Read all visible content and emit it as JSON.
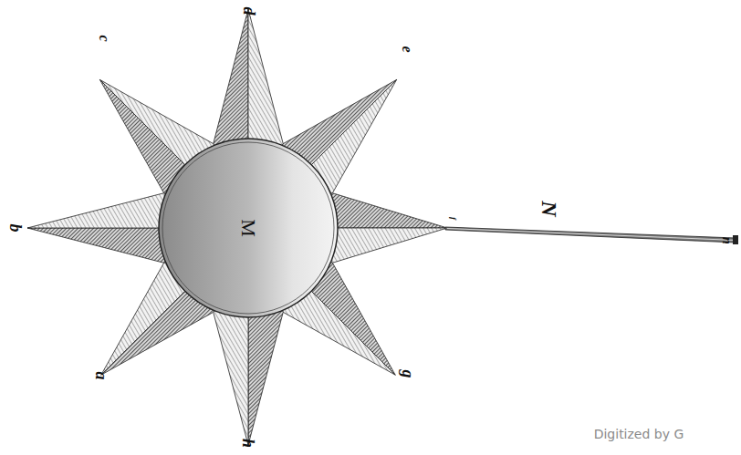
{
  "diagram": {
    "nodes": [
      {
        "text": [
          "M"
        ]
      }
    ],
    "labels": [
      "d",
      "c",
      "e",
      "b",
      "f",
      "N",
      "n",
      "a",
      "g",
      "h",
      "Digitized by G"
    ]
  }
}
